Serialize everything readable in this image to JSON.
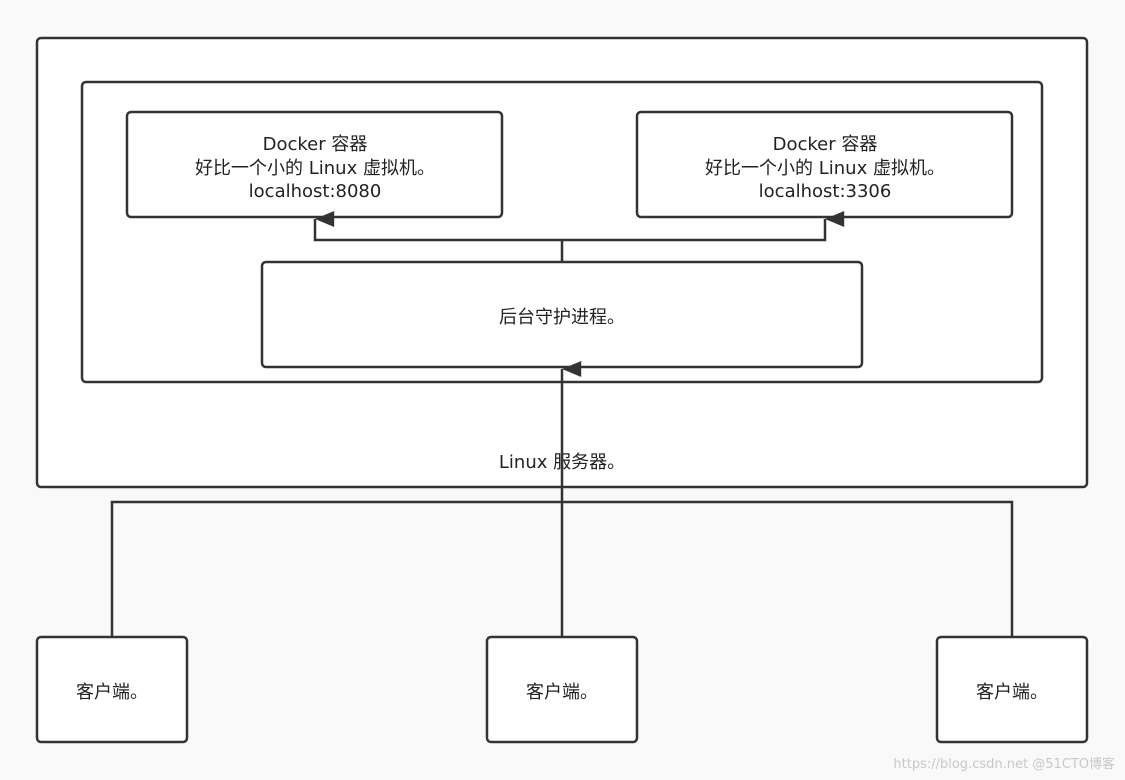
{
  "server": {
    "label": "Linux 服务器。"
  },
  "containers": [
    {
      "title": "Docker 容器",
      "description": "好比一个小的 Linux 虚拟机。",
      "address": "localhost:8080"
    },
    {
      "title": "Docker 容器",
      "description": "好比一个小的 Linux 虚拟机。",
      "address": "localhost:3306"
    }
  ],
  "daemon": {
    "label": "后台守护进程。"
  },
  "clients": [
    {
      "label": "客户端。"
    },
    {
      "label": "客户端。"
    },
    {
      "label": "客户端。"
    }
  ],
  "watermark": "https://blog.csdn.net @51CTO博客",
  "colors": {
    "stroke": "#333333",
    "background": "#f9f9f9",
    "box_fill": "#ffffff",
    "text": "#222222"
  }
}
